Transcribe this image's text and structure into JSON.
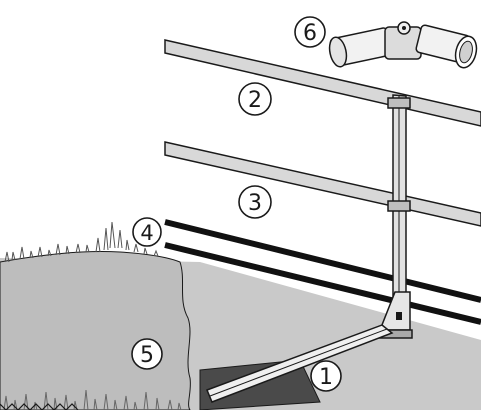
{
  "callouts": {
    "c1": "1",
    "c2": "2",
    "c3": "3",
    "c4": "4",
    "c5": "5",
    "c6": "6"
  },
  "colors": {
    "outline": "#1a1a1a",
    "rail_fill": "#d8d8d8",
    "ground_fill": "#c9c9c9",
    "embankment_fill": "#bdbdbd",
    "base_plate": "#4a4a4a",
    "toe_board": "#111111"
  }
}
